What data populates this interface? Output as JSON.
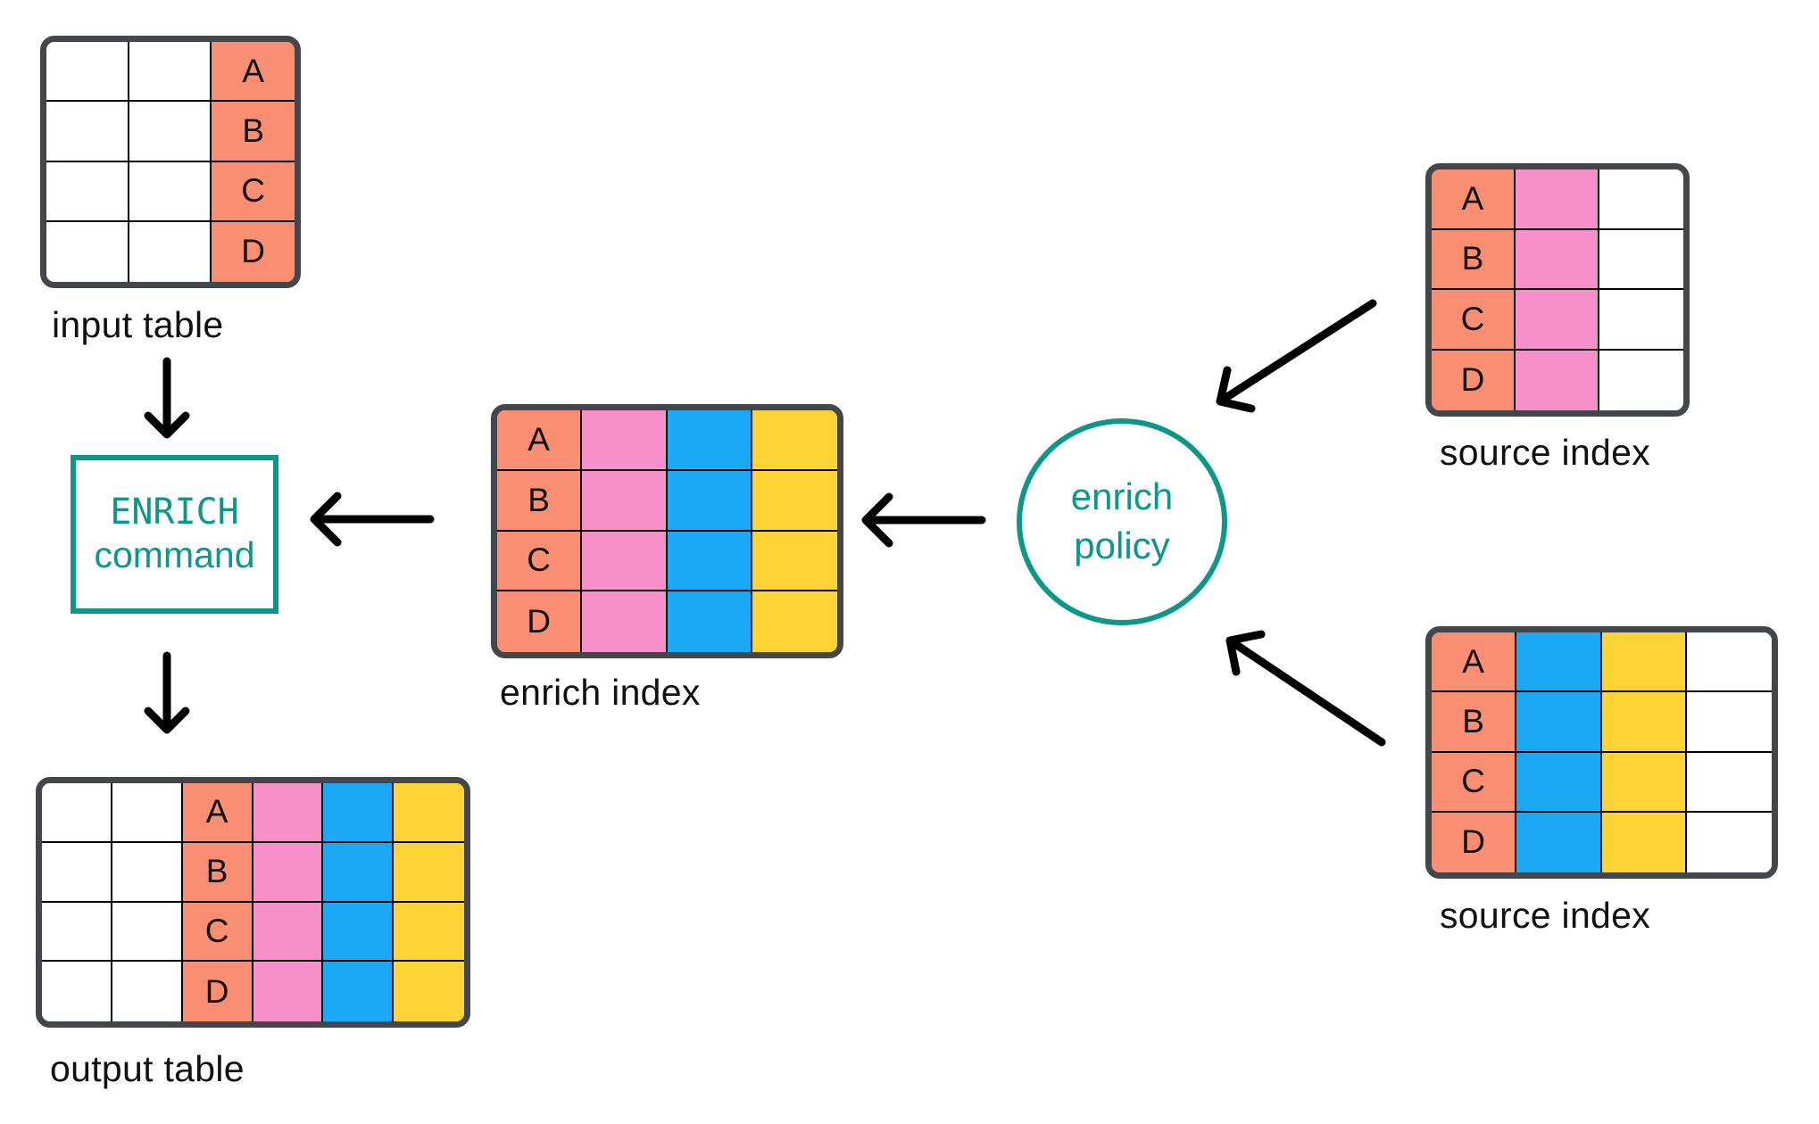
{
  "colors": {
    "key": "#F98E72",
    "pink": "#F78FCB",
    "blue": "#1BA9F5",
    "yellow": "#FDD335",
    "teal": "#0C978A",
    "frame": "#43464B",
    "grid": "#000000",
    "arrow": "#000000"
  },
  "labels": {
    "input_table": "input table",
    "enrich_index": "enrich index",
    "output_table": "output table",
    "source_index_top": "source index",
    "source_index_bottom": "source index"
  },
  "enrich_command": {
    "line1": "ENRICH",
    "line2": "command"
  },
  "enrich_policy": {
    "line1": "enrich",
    "line2": "policy"
  },
  "tables": {
    "input_table": {
      "letters": [
        "A",
        "B",
        "C",
        "D"
      ],
      "columns": [
        "blank",
        "blank",
        "key"
      ]
    },
    "enrich_index": {
      "letters": [
        "A",
        "B",
        "C",
        "D"
      ],
      "columns": [
        "key",
        "pink",
        "blue",
        "yellow"
      ]
    },
    "output_table": {
      "letters": [
        "A",
        "B",
        "C",
        "D"
      ],
      "columns": [
        "blank",
        "blank",
        "key",
        "pink",
        "blue",
        "yellow"
      ]
    },
    "source_index_top": {
      "letters": [
        "A",
        "B",
        "C",
        "D"
      ],
      "columns": [
        "key",
        "pink",
        "blank"
      ]
    },
    "source_index_bottom": {
      "letters": [
        "A",
        "B",
        "C",
        "D"
      ],
      "columns": [
        "key",
        "blue",
        "yellow",
        "blank"
      ]
    }
  }
}
